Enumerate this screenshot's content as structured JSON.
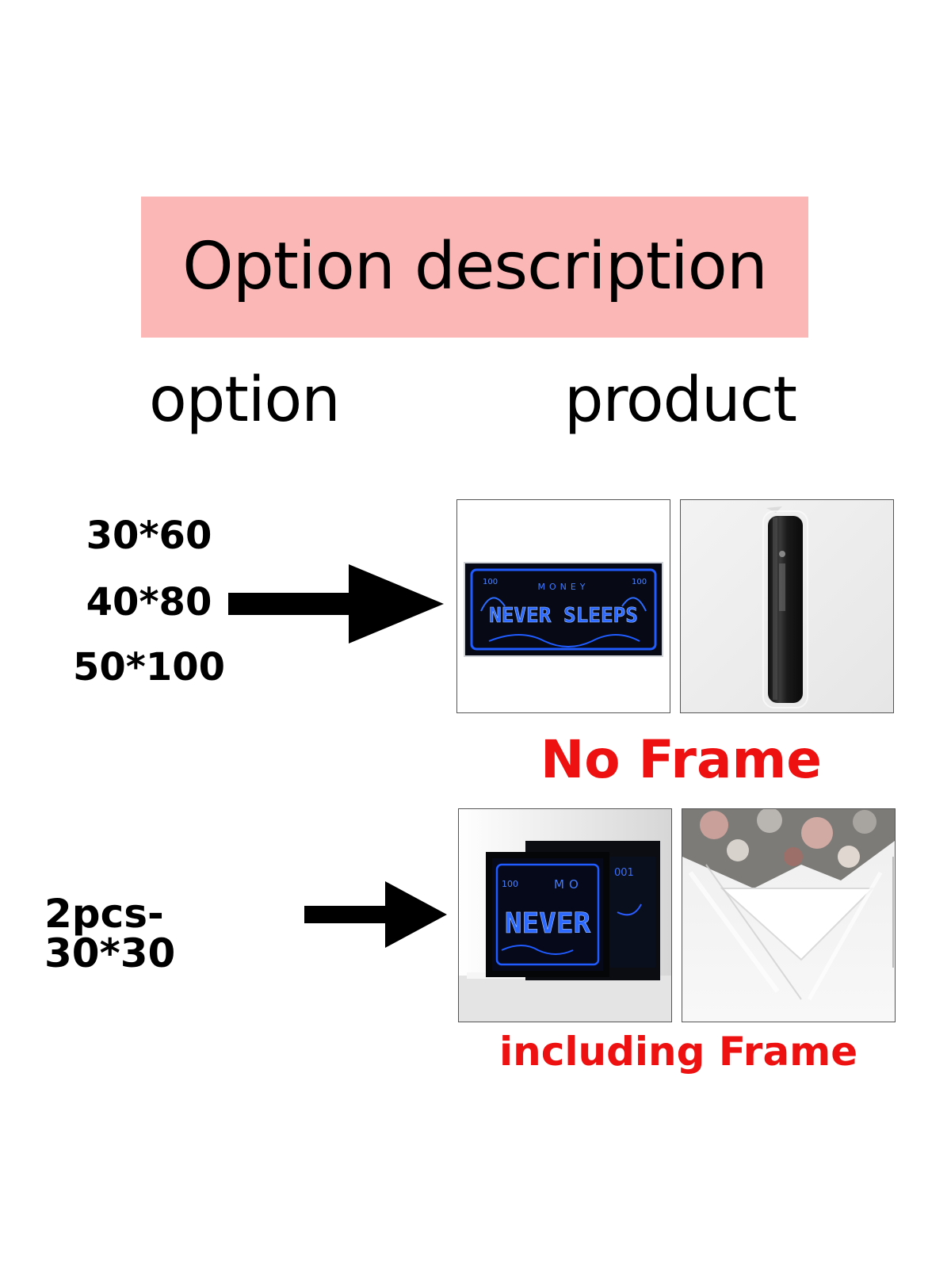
{
  "header": {
    "title": "Option description"
  },
  "columns": {
    "option": "option",
    "product": "product"
  },
  "row1": {
    "sizes": [
      "30*60",
      "40*80",
      "50*100"
    ],
    "label": "No Frame",
    "image_text": {
      "top": "MONEY",
      "main": "NEVER SLEEPS",
      "denomination": "100"
    }
  },
  "row2": {
    "size": "2pcs-30*30",
    "label": "including Frame",
    "image_text": {
      "top": "MO",
      "main": "NEVER",
      "denomination": "100",
      "back_denomination": "001"
    }
  },
  "colors": {
    "banner": "#fbb6b6",
    "label_red": "#ee1111",
    "neon_blue": "#1f5bff"
  }
}
